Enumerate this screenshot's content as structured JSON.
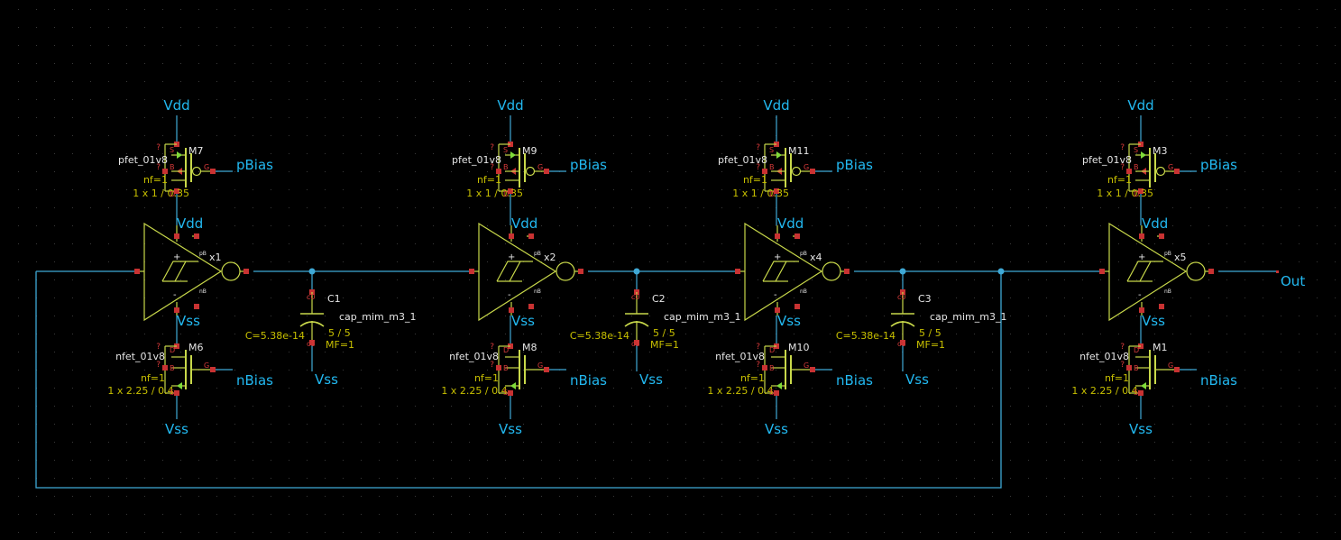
{
  "colors": {
    "background": "#000000",
    "grid_dot": "#3a3a3a",
    "wire": "#3fa9d6",
    "symbol": "#c8d84a",
    "pin": "#c83232",
    "net_label": "#22b8f0",
    "instance_label": "#e6e6e6",
    "param_label": "#c8c000",
    "pin_name": "#d83a3a",
    "arrow": "#7fdc3a"
  },
  "stages": [
    {
      "pfet": {
        "name": "M7",
        "model": "pfet_01v8",
        "nf": "nf=1",
        "size": "1 x 1 / 0.35"
      },
      "nfet": {
        "name": "M6",
        "model": "nfet_01v8",
        "nf": "nf=1",
        "size": "1 x 2.25 / 0.4"
      },
      "inv": {
        "name": "x1"
      },
      "cap": {
        "name": "C1",
        "model": "cap_mim_m3_1",
        "value": "C=5.38e-14",
        "dims": "5 / 5",
        "mf": "MF=1"
      }
    },
    {
      "pfet": {
        "name": "M9",
        "model": "pfet_01v8",
        "nf": "nf=1",
        "size": "1 x 1 / 0.35"
      },
      "nfet": {
        "name": "M8",
        "model": "nfet_01v8",
        "nf": "nf=1",
        "size": "1 x 2.25 / 0.4"
      },
      "inv": {
        "name": "x2"
      },
      "cap": {
        "name": "C2",
        "model": "cap_mim_m3_1",
        "value": "C=5.38e-14",
        "dims": "5 / 5",
        "mf": "MF=1"
      }
    },
    {
      "pfet": {
        "name": "M11",
        "model": "pfet_01v8",
        "nf": "nf=1",
        "size": "1 x 1 / 0.35"
      },
      "nfet": {
        "name": "M10",
        "model": "nfet_01v8",
        "nf": "nf=1",
        "size": "1 x 2.25 / 0.4"
      },
      "inv": {
        "name": "x4"
      },
      "cap": {
        "name": "C3",
        "model": "cap_mim_m3_1",
        "value": "C=5.38e-14",
        "dims": "5 / 5",
        "mf": "MF=1"
      }
    },
    {
      "pfet": {
        "name": "M3",
        "model": "pfet_01v8",
        "nf": "nf=1",
        "size": "1 x 1 / 0.35"
      },
      "nfet": {
        "name": "M1",
        "model": "nfet_01v8",
        "nf": "nf=1",
        "size": "1 x 2.25 / 0.4"
      },
      "inv": {
        "name": "x5"
      },
      "cap": null
    }
  ],
  "nets": {
    "vdd": "Vdd",
    "vss": "Vss",
    "pbias": "pBias",
    "nbias": "nBias",
    "out": "Out"
  },
  "pins": {
    "source": "S",
    "drain": "D",
    "gate": "G",
    "bulk": "B",
    "unknown": "?",
    "plus": "+",
    "minus": "-",
    "pb": "pB",
    "nb": "nB",
    "c0": "c0",
    "c1": "c1"
  }
}
